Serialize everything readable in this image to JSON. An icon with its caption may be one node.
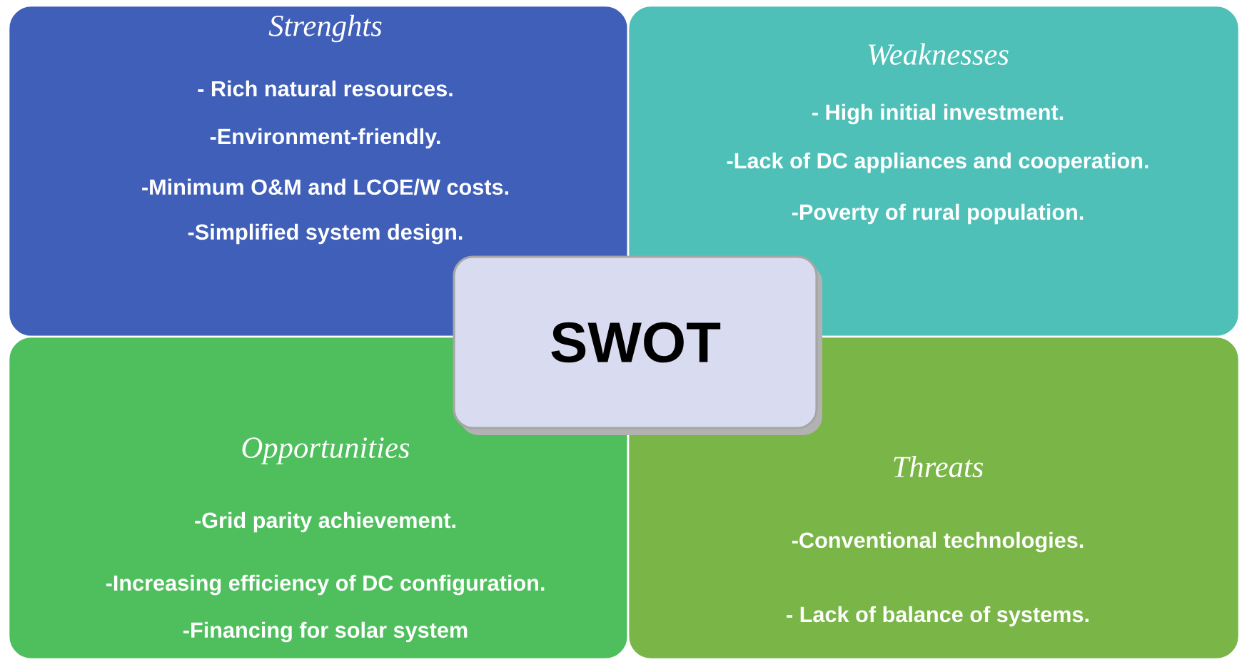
{
  "diagram": {
    "nodes": [
      {
        "text": [
          "Strenghts",
          "- Rich natural resources.",
          "-Environment-friendly.",
          "-Minimum O&M and LCOE/W costs.",
          "-Simplified system design."
        ]
      },
      {
        "text": [
          "Weaknesses",
          "- High initial investment.",
          "-Lack of DC appliances and cooperation.",
          "-Poverty of rural population."
        ]
      },
      {
        "text": [
          "Opportunities",
          "-Grid parity achievement.",
          "-Increasing efficiency of DC configuration.",
          "-Financing for solar system"
        ]
      },
      {
        "text": [
          "Threats",
          "-Conventional technologies.",
          "- Lack of balance of systems."
        ]
      },
      {
        "text": [
          "SWOT"
        ]
      }
    ]
  }
}
